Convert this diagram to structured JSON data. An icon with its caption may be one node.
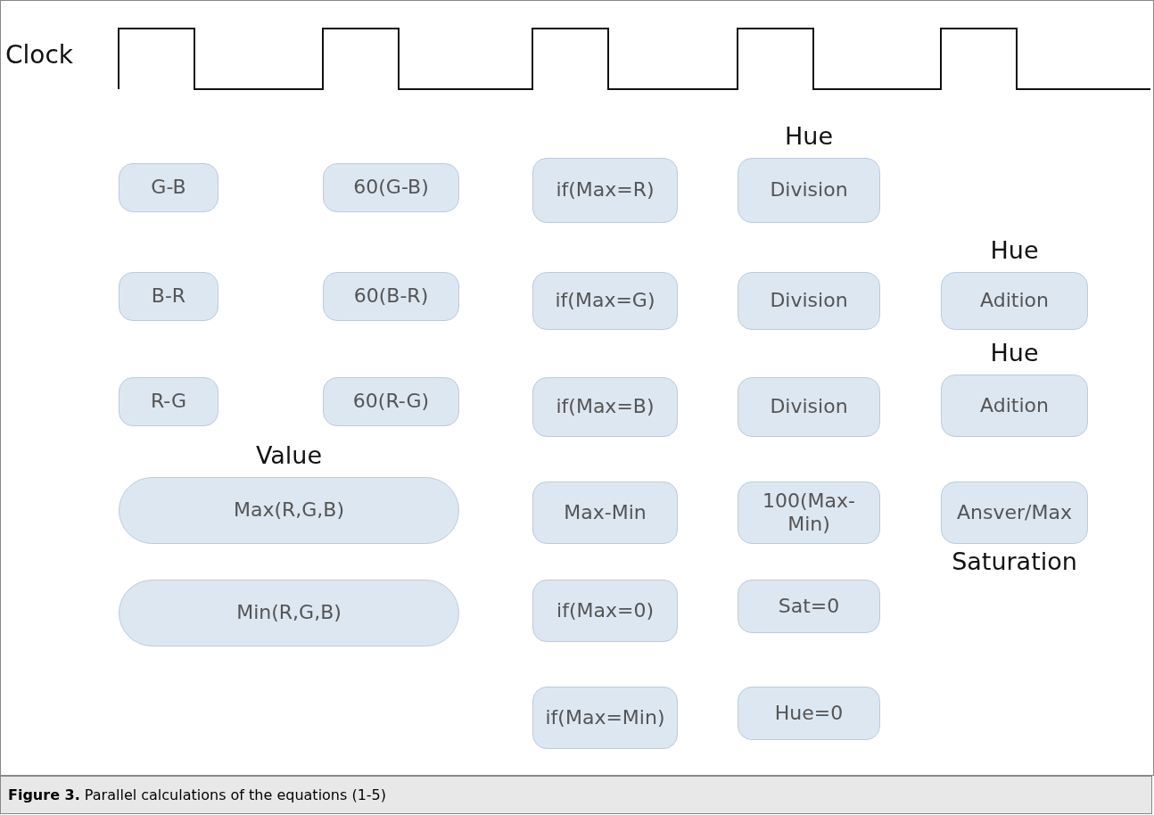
{
  "diagram": {
    "caption": "**Figure 3.** Parallel calculations of the equations (1-5)",
    "nodes": [
      {
        "text": [
          "G-B"
        ]
      },
      {
        "text": [
          "60(G-B)"
        ]
      },
      {
        "text": [
          "if(Max=R)"
        ]
      },
      {
        "text": [
          "Hue",
          "Division"
        ]
      },
      {
        "text": [
          "B-R"
        ]
      },
      {
        "text": [
          "60(B-R)"
        ]
      },
      {
        "text": [
          "if(Max=G)"
        ]
      },
      {
        "text": [
          "Division"
        ]
      },
      {
        "text": [
          "Hue",
          "Adition"
        ]
      },
      {
        "text": [
          "R-G"
        ]
      },
      {
        "text": [
          "60(R-G)"
        ]
      },
      {
        "text": [
          "if(Max=B)"
        ]
      },
      {
        "text": [
          "Division"
        ]
      },
      {
        "text": [
          "Hue",
          "Adition"
        ]
      },
      {
        "text": [
          "Value",
          "Max(R,G,B)"
        ]
      },
      {
        "text": [
          "Max-Min"
        ]
      },
      {
        "text": [
          "100(Max-Min)"
        ]
      },
      {
        "text": [
          "Ansver/Max"
        ],
        "beside": [
          "Saturation"
        ]
      },
      {
        "text": [
          "Min(R,G,B)"
        ]
      },
      {
        "text": [
          "if(Max=0)"
        ]
      },
      {
        "text": [
          "Sat=0"
        ]
      },
      {
        "text": [
          "if(Max=Min)"
        ]
      },
      {
        "text": [
          "Hue=0"
        ]
      }
    ],
    "labels": [
      "Clock"
    ]
  }
}
